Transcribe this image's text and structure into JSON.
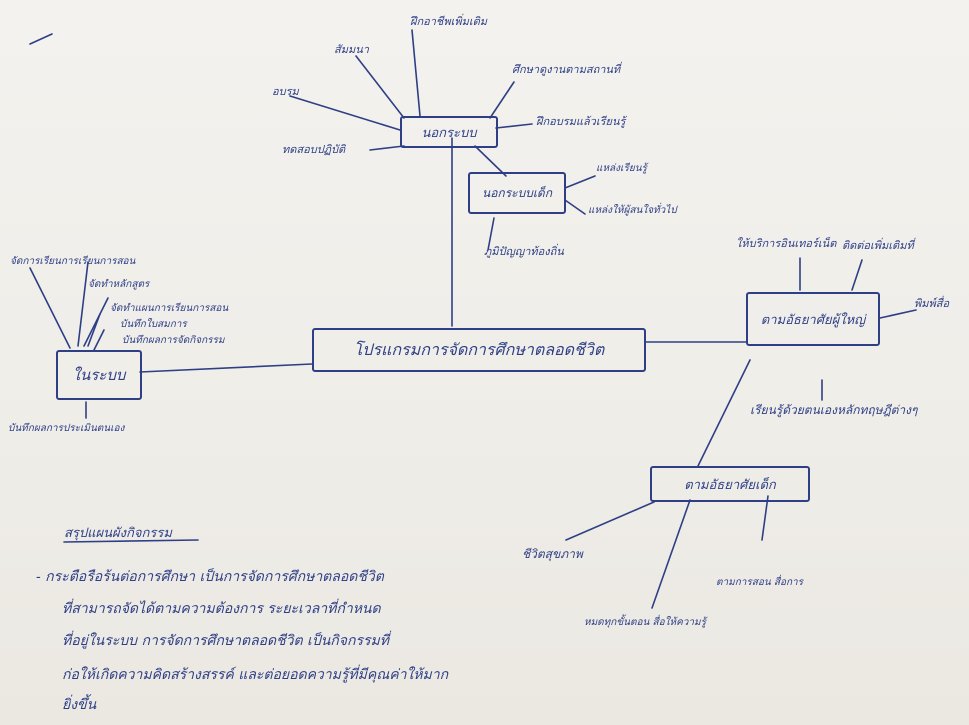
{
  "diagram": {
    "ink_color": "#2e3f86",
    "paper_color": "#f1efea",
    "center": "โปรแกรมการจัดการศึกษาตลอดชีวิต",
    "left_hub": {
      "label": "ในระบบ",
      "branches": [
        "จัดการเรียนการเรียนการสอน",
        "จัดทำหลักสูตร",
        "จัดทำแผนการเรียนการสอน",
        "บันทึกใบสมการ",
        "บันทึกผลการจัดกิจกรรม",
        "บันทึกผลการประเมินตนเอง"
      ]
    },
    "top_hub": {
      "label": "นอกระบบ",
      "branches": [
        "อบรม",
        "สัมมนา",
        "ฝึกอาชีพเพิ่มเติม",
        "ศึกษาดูงานตามสถานที่",
        "ฝึกอบรมแล้วเรียนรู้",
        "ทดสอบปฏิบัติ"
      ],
      "sub": {
        "label": "นอกระบบเด็ก",
        "branches": [
          "แหล่งเรียนรู้",
          "แหล่งให้ผู้สนใจทั่วไป",
          "ภูมิปัญญาท้องถิ่น"
        ]
      }
    },
    "right_hub": {
      "label": "ตามอัธยาศัยผู้ใหญ่",
      "branches": [
        "ให้บริการอินเทอร์เน็ต",
        "ติดต่อเพิ่มเติมที่",
        "พิมพ์สื่อ",
        "เรียนรู้ด้วยตนเองหลักทฤษฎีต่างๆ"
      ]
    },
    "bottom_hub": {
      "label": "ตามอัธยาศัยเด็ก",
      "branches": [
        "ชีวิตสุขภาพ",
        "หมดทุกขั้นตอน สื่อให้ความรู้",
        "ตามการสอน สื่อการ"
      ]
    }
  },
  "notes": {
    "heading": "สรุปแผนผังกิจกรรม",
    "lines": [
      "- กระตือรือร้นต่อการศึกษา เป็นการจัดการศึกษาตลอดชีวิต",
      "ที่สามารถจัดได้ตามความต้องการ ระยะเวลาที่กำหนด",
      "ที่อยู่ในระบบ การจัดการศึกษาตลอดชีวิต เป็นกิจกรรมที่",
      "ก่อให้เกิดความคิดสร้างสรรค์ และต่อยอดความรู้ที่มีคุณค่าให้มาก",
      "ยิ่งขึ้น"
    ]
  }
}
